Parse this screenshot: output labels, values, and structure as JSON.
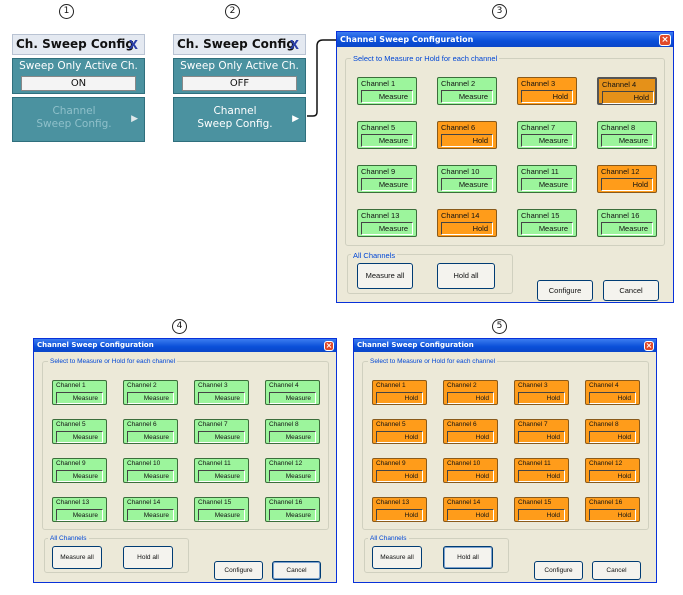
{
  "steps": [
    "1",
    "2",
    "3",
    "4",
    "5"
  ],
  "panel1": {
    "title": "Ch. Sweep Config",
    "close": "X",
    "sweep_active_label": "Sweep Only Active Ch.",
    "sweep_active_value": "ON",
    "config_line1": "Channel",
    "config_line2": "Sweep Config.",
    "arrow": "▶"
  },
  "panel2": {
    "title": "Ch. Sweep Config",
    "close": "X",
    "sweep_active_label": "Sweep Only Active Ch.",
    "sweep_active_value": "OFF",
    "config_line1": "Channel",
    "config_line2": "Sweep Config.",
    "arrow": "▶"
  },
  "dialog3": {
    "title": "Channel Sweep Configuration",
    "close": "×",
    "group_label": "Select to Measure or Hold for each channel",
    "channels": [
      {
        "name": "Channel 1",
        "state": "Measure"
      },
      {
        "name": "Channel 2",
        "state": "Measure"
      },
      {
        "name": "Channel 3",
        "state": "Hold"
      },
      {
        "name": "Channel 4",
        "state": "Hold"
      },
      {
        "name": "Channel 5",
        "state": "Measure"
      },
      {
        "name": "Channel 6",
        "state": "Hold"
      },
      {
        "name": "Channel 7",
        "state": "Measure"
      },
      {
        "name": "Channel 8",
        "state": "Measure"
      },
      {
        "name": "Channel 9",
        "state": "Measure"
      },
      {
        "name": "Channel 10",
        "state": "Measure"
      },
      {
        "name": "Channel 11",
        "state": "Measure"
      },
      {
        "name": "Channel 12",
        "state": "Hold"
      },
      {
        "name": "Channel 13",
        "state": "Measure"
      },
      {
        "name": "Channel 14",
        "state": "Hold"
      },
      {
        "name": "Channel 15",
        "state": "Measure"
      },
      {
        "name": "Channel 16",
        "state": "Measure"
      }
    ],
    "all_label": "All Channels",
    "measure_all": "Measure all",
    "hold_all": "Hold all",
    "configure": "Configure",
    "cancel": "Cancel"
  },
  "dialog4": {
    "title": "Channel Sweep Configuration",
    "close": "×",
    "group_label": "Select to Measure or Hold for each channel",
    "channels": [
      {
        "name": "Channel 1",
        "state": "Measure"
      },
      {
        "name": "Channel 2",
        "state": "Measure"
      },
      {
        "name": "Channel 3",
        "state": "Measure"
      },
      {
        "name": "Channel 4",
        "state": "Measure"
      },
      {
        "name": "Channel 5",
        "state": "Measure"
      },
      {
        "name": "Channel 6",
        "state": "Measure"
      },
      {
        "name": "Channel 7",
        "state": "Measure"
      },
      {
        "name": "Channel 8",
        "state": "Measure"
      },
      {
        "name": "Channel 9",
        "state": "Measure"
      },
      {
        "name": "Channel 10",
        "state": "Measure"
      },
      {
        "name": "Channel 11",
        "state": "Measure"
      },
      {
        "name": "Channel 12",
        "state": "Measure"
      },
      {
        "name": "Channel 13",
        "state": "Measure"
      },
      {
        "name": "Channel 14",
        "state": "Measure"
      },
      {
        "name": "Channel 15",
        "state": "Measure"
      },
      {
        "name": "Channel 16",
        "state": "Measure"
      }
    ],
    "all_label": "All Channels",
    "measure_all": "Measure all",
    "hold_all": "Hold all",
    "configure": "Configure",
    "cancel": "Cancel"
  },
  "dialog5": {
    "title": "Channel Sweep Configuration",
    "close": "×",
    "group_label": "Select to Measure or Hold for each channel",
    "channels": [
      {
        "name": "Channel 1",
        "state": "Hold"
      },
      {
        "name": "Channel 2",
        "state": "Hold"
      },
      {
        "name": "Channel 3",
        "state": "Hold"
      },
      {
        "name": "Channel 4",
        "state": "Hold"
      },
      {
        "name": "Channel 5",
        "state": "Hold"
      },
      {
        "name": "Channel 6",
        "state": "Hold"
      },
      {
        "name": "Channel 7",
        "state": "Hold"
      },
      {
        "name": "Channel 8",
        "state": "Hold"
      },
      {
        "name": "Channel 9",
        "state": "Hold"
      },
      {
        "name": "Channel 10",
        "state": "Hold"
      },
      {
        "name": "Channel 11",
        "state": "Hold"
      },
      {
        "name": "Channel 12",
        "state": "Hold"
      },
      {
        "name": "Channel 13",
        "state": "Hold"
      },
      {
        "name": "Channel 14",
        "state": "Hold"
      },
      {
        "name": "Channel 15",
        "state": "Hold"
      },
      {
        "name": "Channel 16",
        "state": "Hold"
      }
    ],
    "all_label": "All Channels",
    "measure_all": "Measure all",
    "hold_all": "Hold all",
    "configure": "Configure",
    "cancel": "Cancel"
  },
  "colors": {
    "measure": "#9cf59c",
    "hold": "#ff9c1a",
    "title_bar": "#0a4fd8",
    "softkey": "#4b92a0"
  }
}
